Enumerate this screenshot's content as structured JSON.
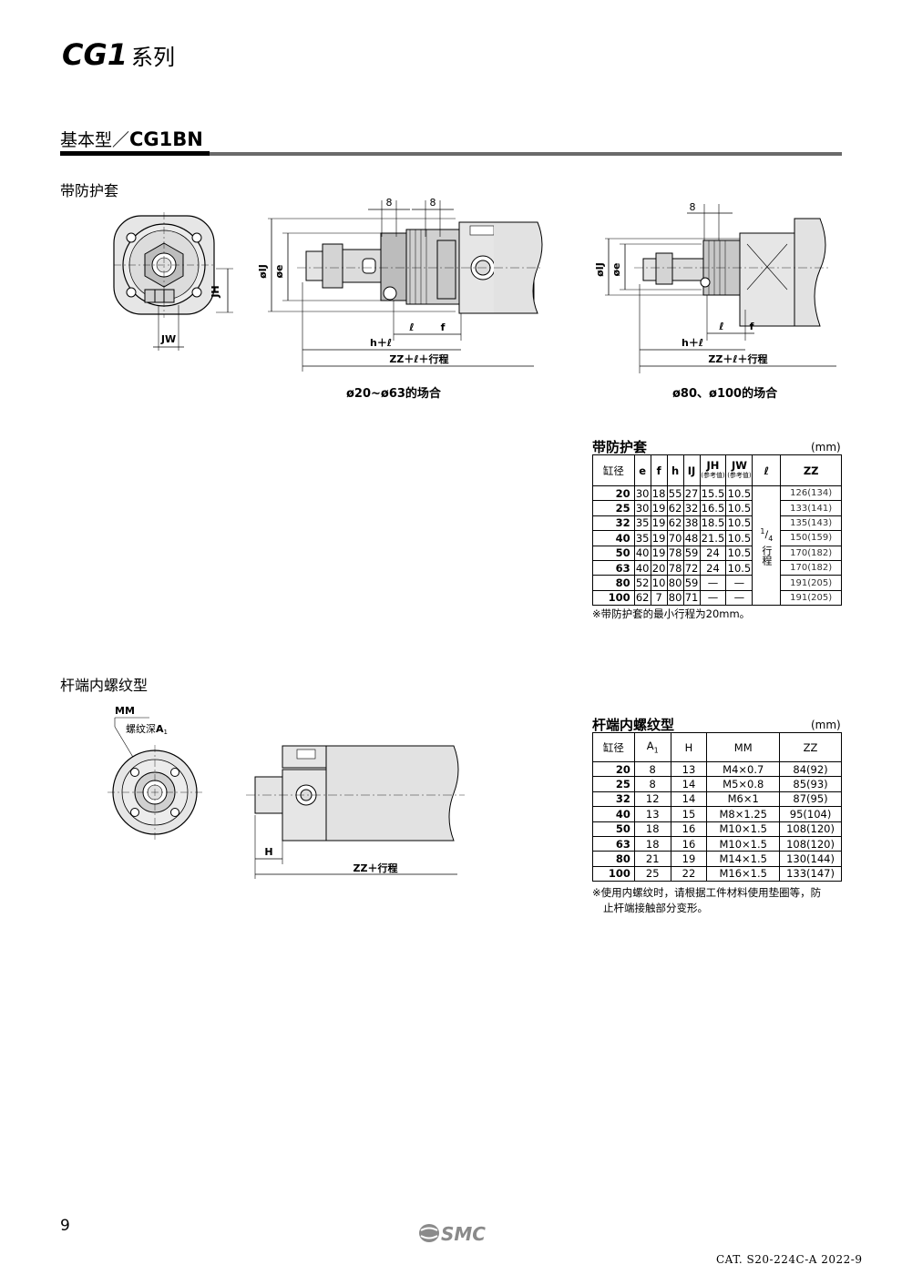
{
  "header": {
    "series_code": "CG1",
    "series_word": "系列"
  },
  "section": {
    "prefix": "基本型／",
    "model": "CG1BN"
  },
  "boot_section": {
    "heading": "带防护套",
    "captions": {
      "small": "ø20~ø63的场合",
      "large": "ø80、ø100的场合"
    },
    "dims": {
      "eight": "8",
      "jw": "JW",
      "jh": "JH",
      "ij": "øIJ",
      "e": "øe",
      "l": "ℓ",
      "f": "f",
      "hl": "h＋ℓ",
      "zz": "ZZ＋ℓ＋行程"
    }
  },
  "boot_table": {
    "title": "带防护套",
    "unit": "(mm)",
    "headers": {
      "bore": "缸径",
      "e": "e",
      "f": "f",
      "h": "h",
      "ij": "IJ",
      "jh": "JH",
      "jw": "JW",
      "ref": "(参考值)",
      "l": "ℓ",
      "zz": "ZZ"
    },
    "l_value": {
      "frac_num": "1",
      "frac_den": "4",
      "text": "行程"
    },
    "rows": [
      {
        "bore": "20",
        "e": "30",
        "f": "18",
        "h": "55",
        "ij": "27",
        "jh": "15.5",
        "jw": "10.5",
        "zz": "126(134)"
      },
      {
        "bore": "25",
        "e": "30",
        "f": "19",
        "h": "62",
        "ij": "32",
        "jh": "16.5",
        "jw": "10.5",
        "zz": "133(141)"
      },
      {
        "bore": "32",
        "e": "35",
        "f": "19",
        "h": "62",
        "ij": "38",
        "jh": "18.5",
        "jw": "10.5",
        "zz": "135(143)"
      },
      {
        "bore": "40",
        "e": "35",
        "f": "19",
        "h": "70",
        "ij": "48",
        "jh": "21.5",
        "jw": "10.5",
        "zz": "150(159)"
      },
      {
        "bore": "50",
        "e": "40",
        "f": "19",
        "h": "78",
        "ij": "59",
        "jh": "24",
        "jw": "10.5",
        "zz": "170(182)"
      },
      {
        "bore": "63",
        "e": "40",
        "f": "20",
        "h": "78",
        "ij": "72",
        "jh": "24",
        "jw": "10.5",
        "zz": "170(182)"
      },
      {
        "bore": "80",
        "e": "52",
        "f": "10",
        "h": "80",
        "ij": "59",
        "jh": "—",
        "jw": "—",
        "zz": "191(205)"
      },
      {
        "bore": "100",
        "e": "62",
        "f": "7",
        "h": "80",
        "ij": "71",
        "jh": "—",
        "jw": "—",
        "zz": "191(205)"
      }
    ],
    "note": "※带防护套的最小行程为20mm。"
  },
  "female_section": {
    "heading": "杆端内螺纹型",
    "labels": {
      "mm": "MM",
      "depth": "螺纹深",
      "a": "A",
      "a_sub": "1",
      "h": "H",
      "zz": "ZZ＋行程"
    }
  },
  "female_table": {
    "title": "杆端内螺纹型",
    "unit": "(mm)",
    "headers": {
      "bore": "缸径",
      "a": "A",
      "a_sub": "1",
      "h": "H",
      "mm": "MM",
      "zz": "ZZ"
    },
    "rows": [
      {
        "bore": "20",
        "a1": "8",
        "h": "13",
        "mm": "M4×0.7",
        "zz": "84(92)"
      },
      {
        "bore": "25",
        "a1": "8",
        "h": "14",
        "mm": "M5×0.8",
        "zz": "85(93)"
      },
      {
        "bore": "32",
        "a1": "12",
        "h": "14",
        "mm": "M6×1",
        "zz": "87(95)"
      },
      {
        "bore": "40",
        "a1": "13",
        "h": "15",
        "mm": "M8×1.25",
        "zz": "95(104)"
      },
      {
        "bore": "50",
        "a1": "18",
        "h": "16",
        "mm": "M10×1.5",
        "zz": "108(120)"
      },
      {
        "bore": "63",
        "a1": "18",
        "h": "16",
        "mm": "M10×1.5",
        "zz": "108(120)"
      },
      {
        "bore": "80",
        "a1": "21",
        "h": "19",
        "mm": "M14×1.5",
        "zz": "130(144)"
      },
      {
        "bore": "100",
        "a1": "25",
        "h": "22",
        "mm": "M16×1.5",
        "zz": "133(147)"
      }
    ],
    "note_line1": "※使用内螺纹时，请根据工件材料使用垫圈等，防",
    "note_line2": "止杆端接触部分变形。"
  },
  "footer": {
    "page": "9",
    "brand": "SMC",
    "catalog": "CAT. S20-224C-A 2022-9"
  }
}
